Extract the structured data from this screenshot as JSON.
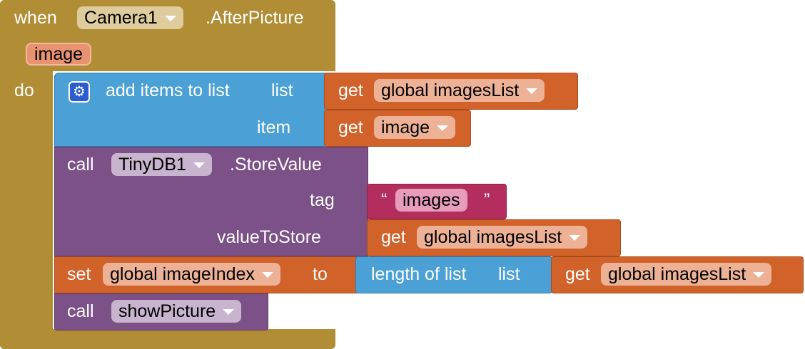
{
  "event": {
    "when_label": "when",
    "component": "Camera1",
    "event_name": ".AfterPicture",
    "param": "image",
    "do_label": "do"
  },
  "add_items": {
    "label": "add items to list",
    "list_label": "list",
    "item_label": "item",
    "get_label_1": "get",
    "var_1": "global imagesList",
    "get_label_2": "get",
    "var_2": "image"
  },
  "store_value": {
    "call_label": "call",
    "component": "TinyDB1",
    "method": ".StoreValue",
    "tag_label": "tag",
    "tag_open_quote": "“",
    "tag_value": "images",
    "tag_close_quote": "”",
    "value_label": "valueToStore",
    "get_label": "get",
    "var": "global imagesList"
  },
  "set_index": {
    "set_label": "set",
    "var": "global imageIndex",
    "to_label": "to",
    "length_label": "length of list",
    "list_label": "list",
    "get_label": "get",
    "get_var": "global imagesList"
  },
  "show_picture": {
    "call_label": "call",
    "procedure": "showPicture"
  },
  "colors": {
    "event": "#b18e35",
    "list_block": "#4ba0d6",
    "component_block": "#7b5187",
    "variable_block": "#d0622a",
    "text_block": "#b32d5e"
  },
  "icons": [
    "gear-icon",
    "chevron-down-icon"
  ]
}
